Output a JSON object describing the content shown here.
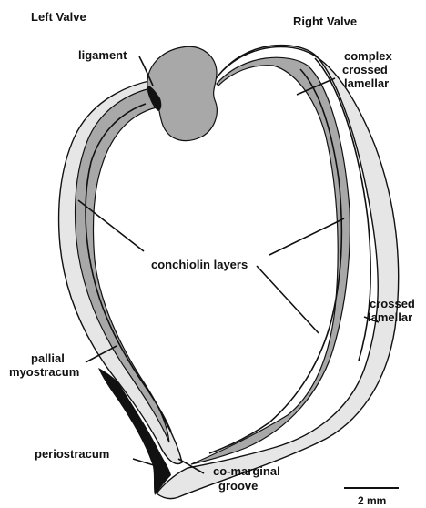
{
  "colors": {
    "background": "#ffffff",
    "outer_layer": "#e6e6e6",
    "inner_layer": "#a8a8a8",
    "periostracum": "#111111",
    "line": "#111111"
  },
  "labels": {
    "left_valve": "Left Valve",
    "right_valve": "Right Valve",
    "ligament": "ligament",
    "complex_crossed_lamellar": [
      "complex",
      "crossed",
      "lamellar"
    ],
    "conchiolin_layers": "conchiolin layers",
    "crossed_lamellar": [
      "crossed",
      "lamellar"
    ],
    "pallial_myostracum": [
      "pallial",
      "myostracum"
    ],
    "periostracum": "periostracum",
    "co_marginal_groove": [
      "co-marginal",
      "groove"
    ],
    "scale_bar": "2 mm"
  }
}
